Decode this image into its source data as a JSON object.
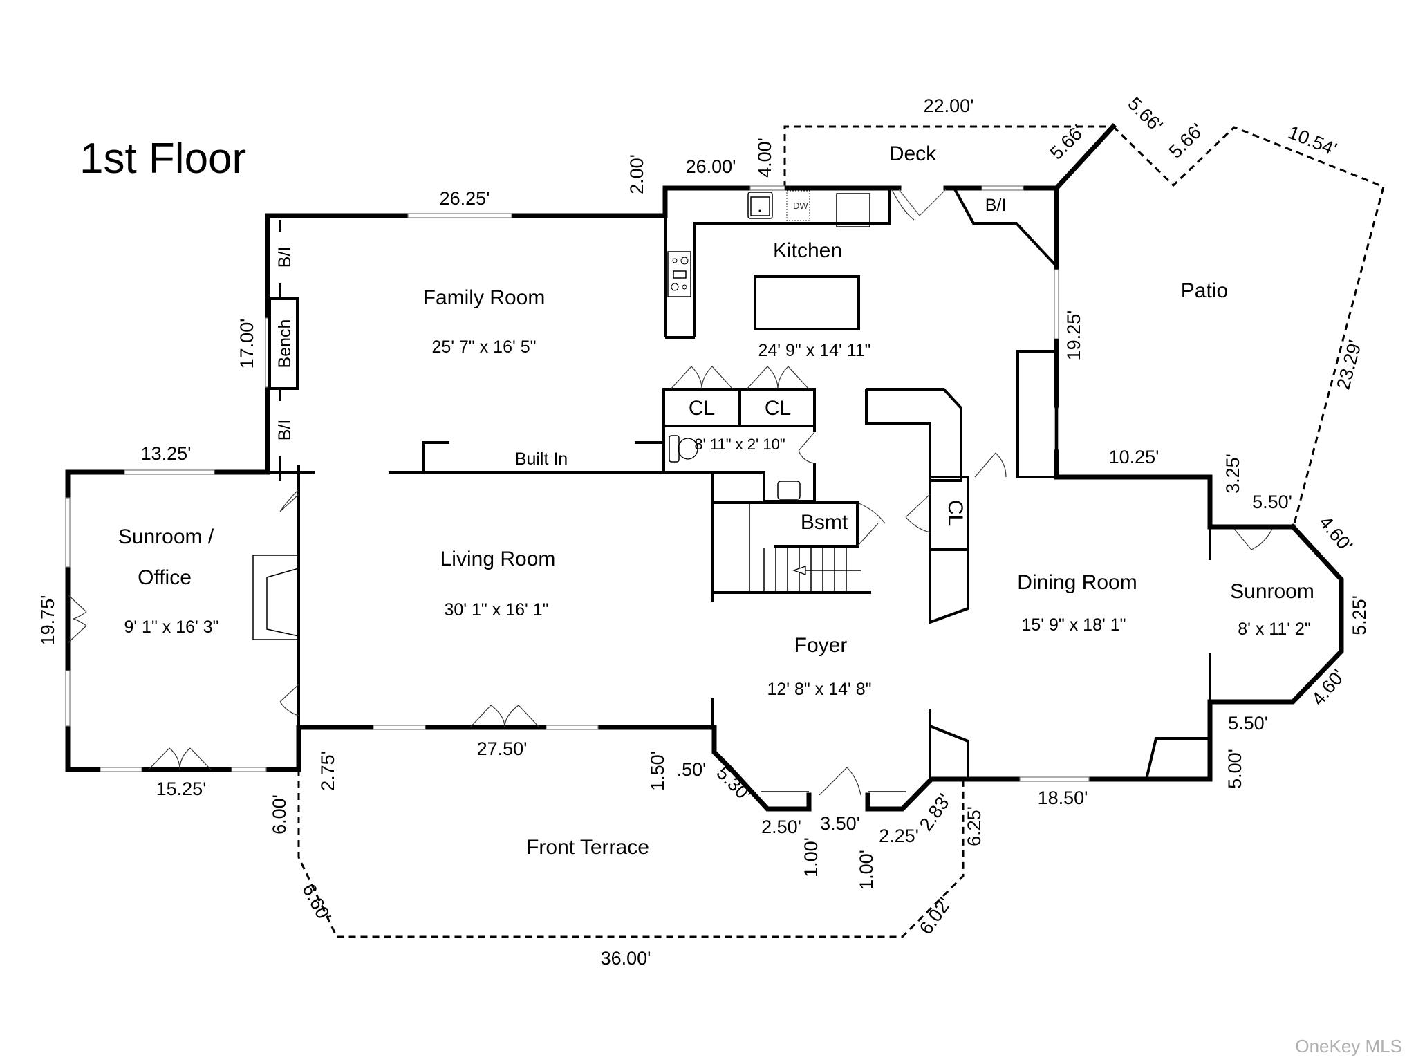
{
  "title": "1st Floor",
  "watermark": "OneKey MLS",
  "rooms": {
    "family_room": {
      "name": "Family Room",
      "dims": "25' 7\" x 16' 5\""
    },
    "kitchen": {
      "name": "Kitchen",
      "dims": "24' 9\" x 14' 11\""
    },
    "living_room": {
      "name": "Living Room",
      "dims": "30' 1\" x 16' 1\""
    },
    "sunroom_office": {
      "name_line1": "Sunroom /",
      "name_line2": "Office",
      "dims": "9' 1\" x 16' 3\""
    },
    "foyer": {
      "name": "Foyer",
      "dims": "12' 8\" x 14' 8\""
    },
    "dining_room": {
      "name": "Dining Room",
      "dims": "15' 9\" x 18' 1\""
    },
    "sunroom": {
      "name": "Sunroom",
      "dims": "8' x 11' 2\""
    },
    "half_bath": {
      "dims": "8' 11\" x 2' 10\""
    },
    "deck": {
      "name": "Deck"
    },
    "patio": {
      "name": "Patio"
    },
    "front_terrace": {
      "name": "Front Terrace"
    }
  },
  "labels": {
    "closet1": "CL",
    "closet2": "CL",
    "closet3": "CL",
    "basement": "Bsmt",
    "built_in": "Built In",
    "bench": "Bench",
    "bi_upper": "B/I",
    "bi_lower": "B/I",
    "bi_kitchen": "B/I",
    "dishwasher": "DW"
  },
  "measurements": {
    "top_family": "26.25'",
    "top_kitchen": "26.00'",
    "kitchen_step": "2.00'",
    "deck_side": "4.00'",
    "deck_top": "22.00'",
    "deck_diag": "5.66'",
    "patio_diag1": "5.66'",
    "patio_diag2": "5.66'",
    "patio_top": "10.54'",
    "patio_right": "23.29'",
    "kitchen_right": "19.25'",
    "family_left": "17.00'",
    "sunroom_office_top": "13.25'",
    "sunroom_office_left": "19.75'",
    "sunroom_office_bottom": "15.25'",
    "terrace_left": "6.00'",
    "terrace_diag_left": "6.60'",
    "terrace_bottom": "36.00'",
    "terrace_diag_right": "6.02'",
    "terrace_right": "6.25'",
    "living_step": "2.75'",
    "living_bottom": "27.50'",
    "foyer_step": "1.50'",
    "bay_small": ".50'",
    "bay_diag": "5.30'",
    "bay_a": "2.50'",
    "bay_b": "3.50'",
    "bay_c": "2.25'",
    "bay_d": "2.83'",
    "bay_depth1": "1.00'",
    "bay_depth2": "1.00'",
    "dining_top": "10.25'",
    "dining_step": "3.25'",
    "sunroom_top": "5.50'",
    "sunroom_diag_top": "4.60'",
    "sunroom_right": "5.25'",
    "sunroom_diag_bottom": "4.60'",
    "sunroom_bottom": "5.50'",
    "dining_step_bottom": "5.00'",
    "dining_bottom": "18.50'"
  }
}
